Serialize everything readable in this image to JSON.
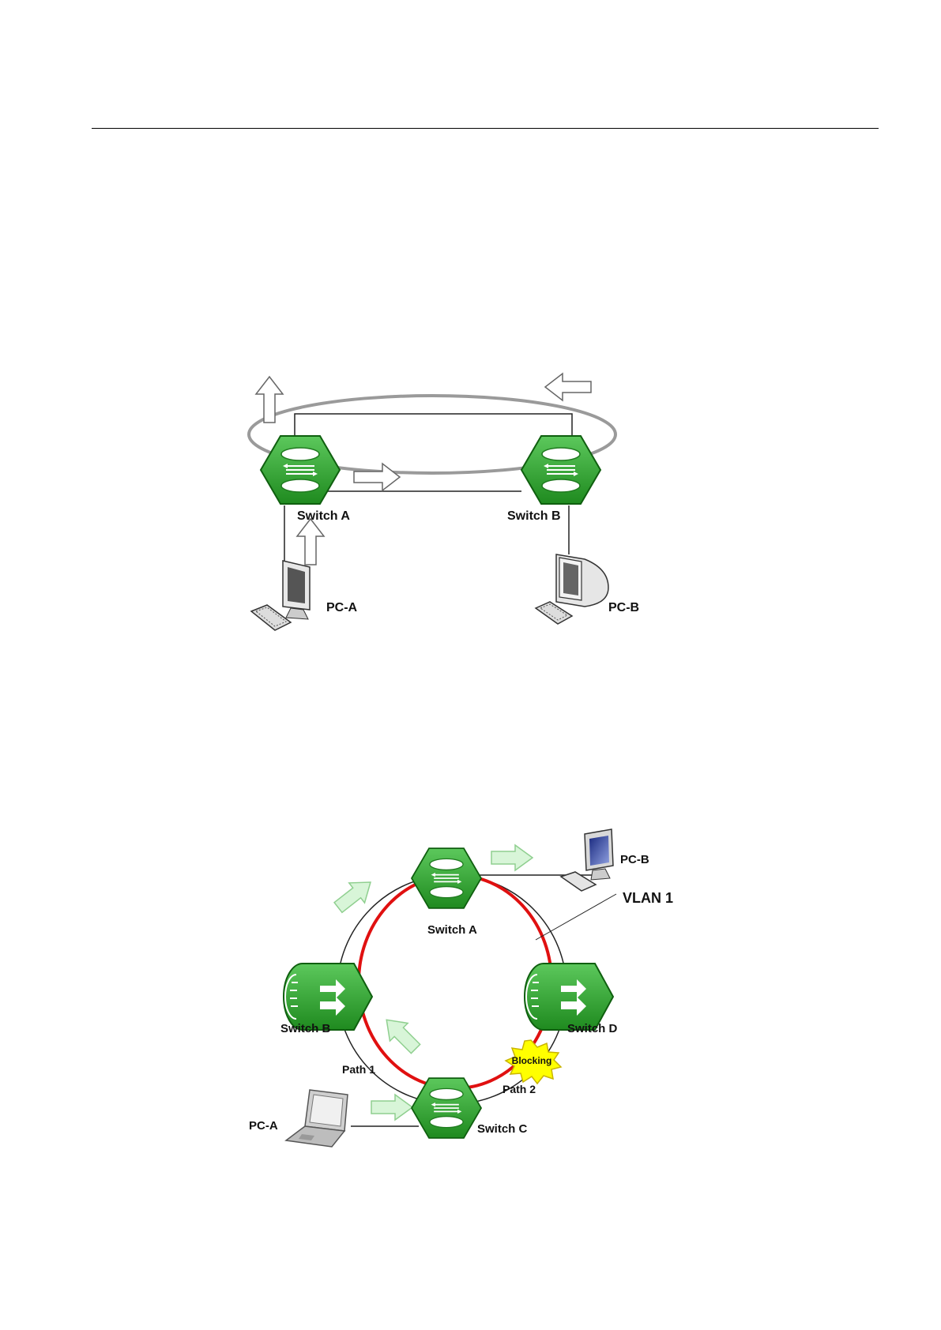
{
  "figure1": {
    "switch_a": "Switch A",
    "switch_b": "Switch B",
    "pc_a": "PC-A",
    "pc_b": "PC-B"
  },
  "figure2": {
    "switch_a": "Switch A",
    "switch_b": "Switch B",
    "switch_c": "Switch C",
    "switch_d": "Switch D",
    "pc_a": "PC-A",
    "pc_b": "PC-B",
    "vlan": "VLAN 1",
    "blocking": "Blocking",
    "path1": "Path 1",
    "path2": "Path 2"
  },
  "colors": {
    "switch_green": "#2e9e2e",
    "ring_red": "#e01010",
    "loop_gray": "#9a9a9a",
    "arrow_green": "#d8f5d8",
    "blocking_yellow": "#ffff00"
  }
}
